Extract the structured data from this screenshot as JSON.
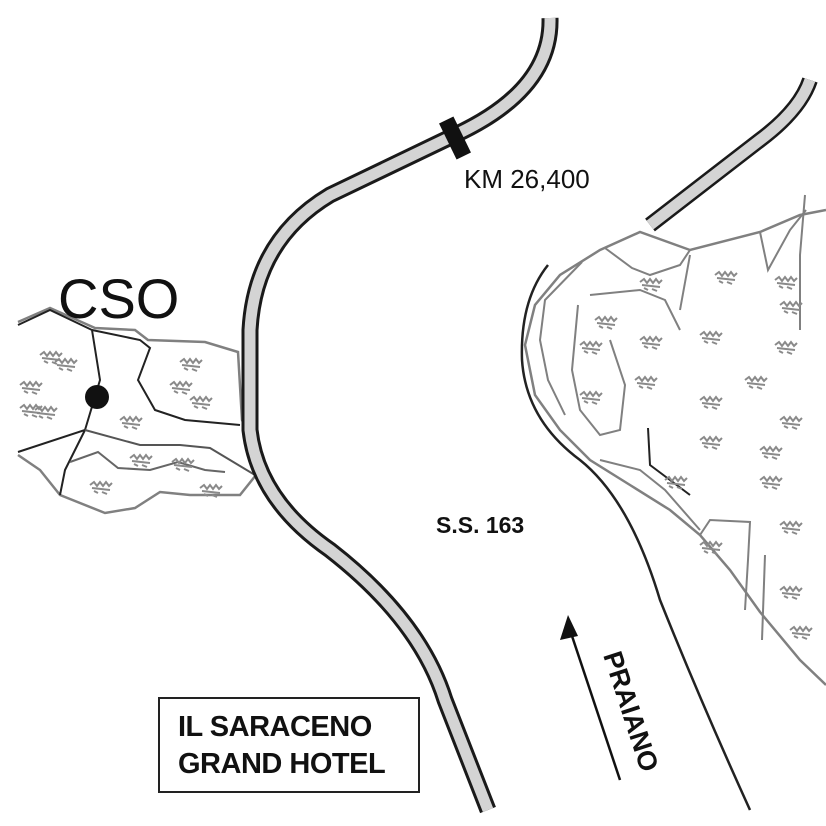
{
  "labels": {
    "place": "CSO",
    "km_marker": "KM 26,400",
    "road": "S.S. 163",
    "direction": "PRAIANO"
  },
  "hotel": {
    "line1": "IL SARACENO",
    "line2": "GRAND HOTEL"
  },
  "colors": {
    "road_fill": "#d4d4d4",
    "road_outline": "#1a1a1a",
    "terrain_outline": "#808080",
    "marker": "#111111"
  },
  "icons": [
    "vegetation-symbol",
    "location-dot",
    "km-marker",
    "direction-arrow"
  ]
}
